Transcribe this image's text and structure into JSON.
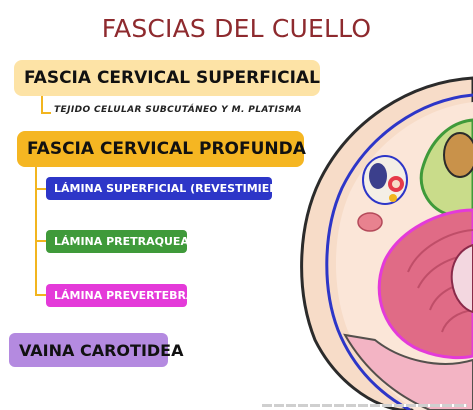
{
  "title": "FASCIAS DEL CUELLO",
  "colors": {
    "title": "#8e2a2e",
    "superficial_bg": "#fde3a6",
    "profunda_bg": "#f5b622",
    "connector": "#f2b51f",
    "lamina_superficial": "#2d36c8",
    "lamina_pretraqueal": "#3f9a3a",
    "lamina_prevertebral": "#e43ad9",
    "vaina_bg": "#b48ae0"
  },
  "items": {
    "superficial": "FASCIA CERVICAL SUPERFICIAL",
    "superficial_sub": "TEJIDO CELULAR SUBCUTÁNEO Y M. PLATISMA",
    "profunda": "FASCIA CERVICAL PROFUNDA",
    "lamina_superficial": "LÁMINA SUPERFICIAL (REVESTIMIENTO)",
    "lamina_pretraqueal": "LÁMINA PRETRAQUEAL",
    "lamina_prevertebral": "LÁMINA PREVERTEBRAL",
    "vaina": "VAINA CAROTIDEA"
  },
  "illustration": {
    "icon": "neck-cross-section-illustration"
  }
}
